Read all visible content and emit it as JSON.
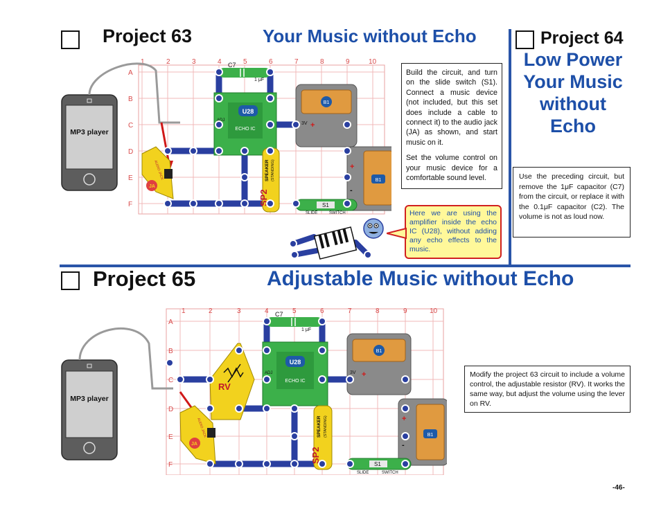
{
  "project63": {
    "number_label": "Project 63",
    "title": "Your Music without Echo"
  },
  "project64": {
    "number_label": "Project 64",
    "title_lines": [
      "Low Power",
      "Your Music",
      "without",
      "Echo"
    ],
    "text": "Use the preceding circuit, but remove the 1μF capacitor (C7) from the circuit, or replace it with the 0.1μF capacitor (C2). The volume is not as loud now."
  },
  "project65": {
    "number_label": "Project 65",
    "title": "Adjustable Music without Echo",
    "text": "Modify the project 63 circuit to include a volume control, the adjustable resistor (RV). It works the same way, but adjust the volume using the lever on RV."
  },
  "instructions": {
    "p1": "Build the circuit, and turn on the slide switch (S1). Connect a music device (not included, but this set does include a cable to connect it) to the audio jack (JA) as shown, and start music on it.",
    "p2": "Set the volume control on your music device for a comfortable sound level."
  },
  "note": "Here we are using the amplifier inside the echo IC (U28), without adding any echo effects to the music.",
  "device_label": "MP3 player",
  "grid": {
    "cols": [
      "1",
      "2",
      "3",
      "4",
      "5",
      "6",
      "7",
      "8",
      "9",
      "10"
    ],
    "rows": [
      "A",
      "B",
      "C",
      "D",
      "E",
      "F"
    ]
  },
  "parts": {
    "c7": "C7",
    "c7_value": "1 μF",
    "u28": "U28",
    "u28_label": "ECHO IC",
    "b1": "B1",
    "b1_volt": "3V",
    "sp2": "SP2",
    "sp2_label": "SPEAKER",
    "sp2_sub": "(STANDING)",
    "s1": "S1",
    "slide": "SLIDE",
    "switch": "SWITCH",
    "ja": "JA",
    "ja_label": "AUDIO JACK",
    "rv": "RV",
    "adj": "ADJ",
    "plus": "+",
    "minus": "-"
  },
  "page_number": "-46-"
}
